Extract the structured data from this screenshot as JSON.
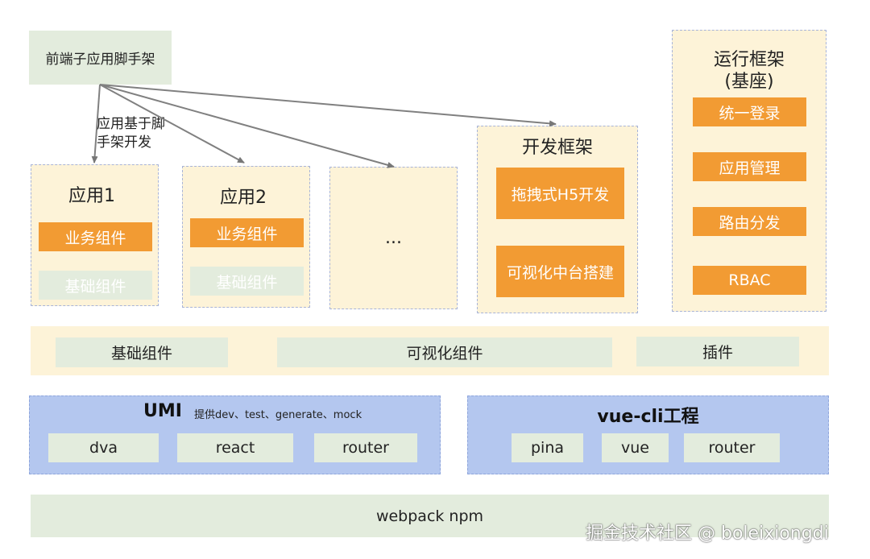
{
  "scaffold": {
    "label": "前端子应用脚手架"
  },
  "arrow_note": {
    "line1": "应用基于脚",
    "line2": "手架开发"
  },
  "app1": {
    "title": "应用1",
    "biz": "业务组件",
    "base": "基础组件"
  },
  "app2": {
    "title": "应用2",
    "biz": "业务组件",
    "base": "基础组件"
  },
  "more": {
    "label": "..."
  },
  "devframe": {
    "title": "开发框架",
    "items": [
      "拖拽式H5开发",
      "可视化中台搭建"
    ]
  },
  "runtime": {
    "title_line1": "运行框架",
    "title_line2": "(基座)",
    "items": [
      "统一登录",
      "应用管理",
      "路由分发",
      "RBAC"
    ]
  },
  "shared": {
    "items": [
      "基础组件",
      "可视化组件",
      "插件"
    ]
  },
  "umi": {
    "title": "UMI",
    "note": "提供dev、test、generate、mock",
    "items": [
      "dva",
      "react",
      "router"
    ]
  },
  "vuecli": {
    "title": "vue-cli工程",
    "items": [
      "pina",
      "vue",
      "router"
    ]
  },
  "bottom": {
    "label": "webpack npm"
  },
  "watermark": {
    "text": "掘金技术社区 @ boleixiongdi"
  },
  "colors": {
    "orange": "#f29b33",
    "green": "#e3ecdd",
    "cream": "#fdf3d8",
    "blue": "#b4c7ef"
  }
}
